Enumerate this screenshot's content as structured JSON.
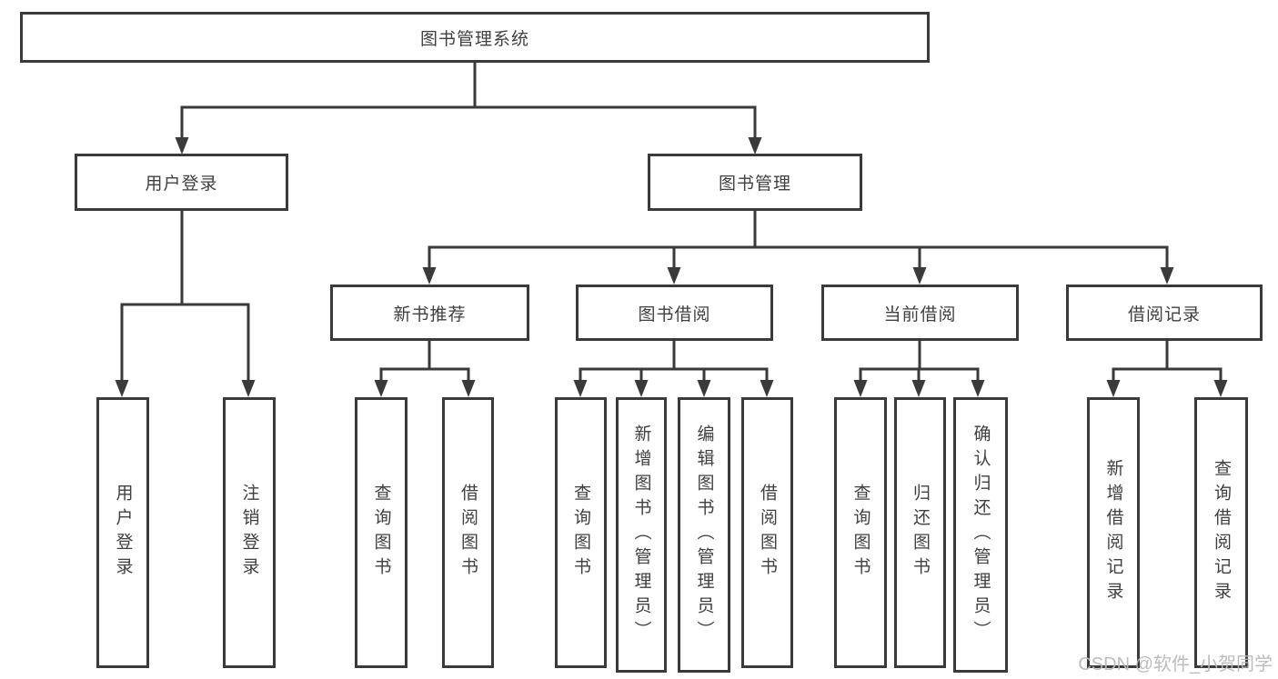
{
  "tree": {
    "root": "图书管理系统",
    "login": {
      "label": "用户登录",
      "children": [
        "用户登录",
        "注销登录"
      ]
    },
    "manage": {
      "label": "图书管理",
      "children": [
        {
          "label": "新书推荐",
          "children": [
            "查询图书",
            "借阅图书"
          ]
        },
        {
          "label": "图书借阅",
          "children": [
            "查询图书",
            "新增图书（管理员）",
            "编辑图书（管理员）",
            "借阅图书"
          ]
        },
        {
          "label": "当前借阅",
          "children": [
            "查询图书",
            "归还图书",
            "确认归还（管理员）"
          ]
        },
        {
          "label": "借阅记录",
          "children": [
            "新增借阅记录",
            "查询借阅记录"
          ]
        }
      ]
    }
  },
  "watermark": "CSDN @软件_小贺同学",
  "colors": {
    "line": "#3a3a3a",
    "text": "#404040",
    "background": "#ffffff",
    "watermark": "#b8b8b8"
  }
}
